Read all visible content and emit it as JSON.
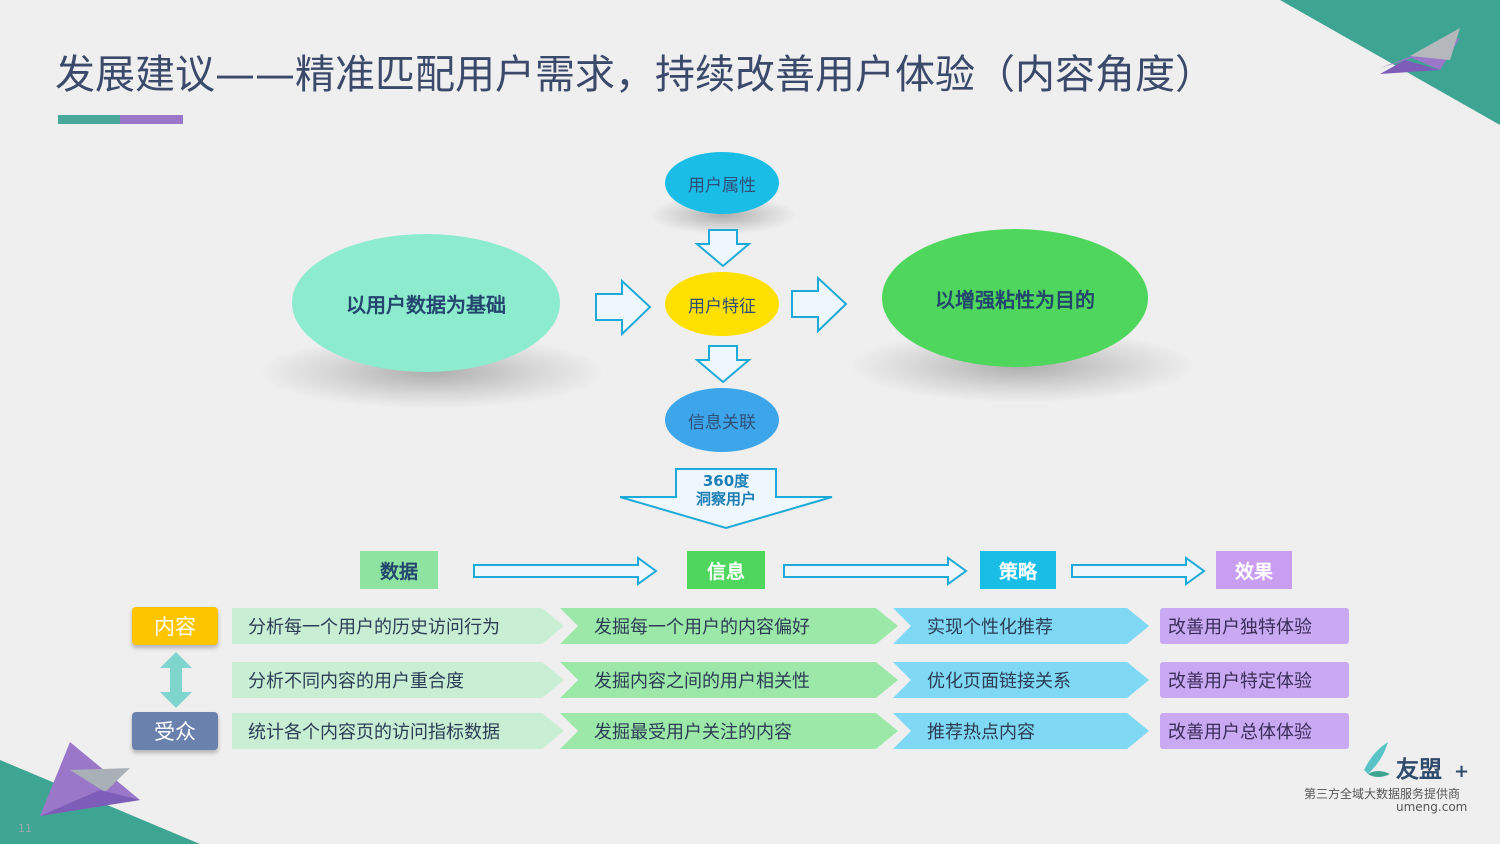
{
  "title": "发展建议——精准匹配用户需求，持续改善用户体验（内容角度）",
  "center_nodes": {
    "top": "用户属性",
    "middle": "用户特征",
    "bottom": "信息关联"
  },
  "left_node": "以用户数据为基础",
  "right_node": "以增强粘性为目的",
  "insight_arrow": {
    "line1": "360度",
    "line2": "洞察用户"
  },
  "steps": [
    "数据",
    "信息",
    "策略",
    "效果"
  ],
  "side_tags": {
    "top": "内容",
    "bottom": "受众"
  },
  "rows": [
    [
      "分析每一个用户的历史访问行为",
      "发掘每一个用户的内容偏好",
      "实现个性化推荐",
      "改善用户独特体验"
    ],
    [
      "分析不同内容的用户重合度",
      "发掘内容之间的用户相关性",
      "优化页面链接关系",
      "改善用户特定体验"
    ],
    [
      "统计各个内容页的访问指标数据",
      "发掘最受用户关注的内容",
      "推荐热点内容",
      "改善用户总体体验"
    ]
  ],
  "logo": {
    "name": "友盟",
    "plus": "+",
    "tagline": "第三方全域大数据服务提供商",
    "url": "umeng.com"
  },
  "page_number": "11",
  "colors": {
    "teal": "#4aa89a",
    "purple": "#9a77c9",
    "sky": "#19bde6",
    "yellow": "#fde000",
    "mint": "#8ceccd",
    "green": "#4fd65c",
    "blue": "#3da6ea",
    "arrow": "#1eaad8"
  }
}
